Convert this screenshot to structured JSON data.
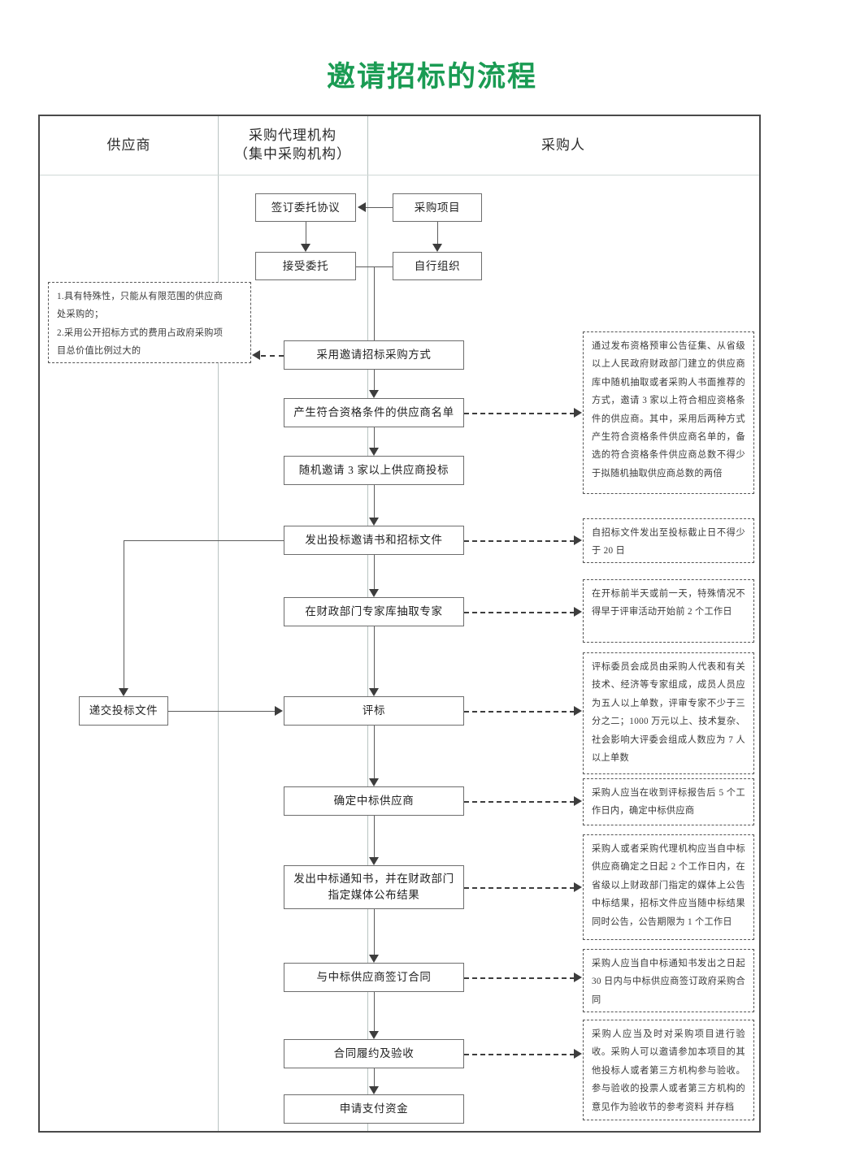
{
  "title": "邀请招标的流程",
  "accent_color": "#1a9b53",
  "columns": [
    {
      "id": "supplier",
      "label": "供应商"
    },
    {
      "id": "agency",
      "label": "采购代理机构\n（集中采购机构）"
    },
    {
      "id": "purchaser",
      "label": "采购人"
    }
  ],
  "column_labels": {
    "supplier": "供应商",
    "agency_line1": "采购代理机构",
    "agency_line2": "（集中采购机构）",
    "purchaser": "采购人"
  },
  "nodes": {
    "sign_agreement": "签订委托协议",
    "procurement_project": "采购项目",
    "accept_entrust": "接受委托",
    "self_organize": "自行组织",
    "adopt_invited_bidding": "采用邀请招标采购方式",
    "generate_qualified_list": "产生符合资格条件的供应商名单",
    "invite_three_suppliers": "随机邀请 3 家以上供应商投标",
    "issue_invitation_docs": "发出投标邀请书和招标文件",
    "draw_experts": "在财政部门专家库抽取专家",
    "submit_bid_docs": "递交投标文件",
    "evaluate_bids": "评标",
    "determine_winner": "确定中标供应商",
    "issue_notice_publish": "发出中标通知书，并在财政部门\n指定媒体公布结果",
    "issue_notice_line1": "发出中标通知书，并在财政部门",
    "issue_notice_line2": "指定媒体公布结果",
    "sign_contract": "与中标供应商签订合同",
    "contract_performance": "合同履约及验收",
    "apply_payment": "申请支付资金"
  },
  "notes": {
    "left_condition": "1.具有特殊性，只能从有限范围的供应商处采购的；\n2.采用公开招标方式的费用占政府采购项目总价值比例过大的",
    "left_condition_line1": "1.具有特殊性，只能从有限范围的供应商",
    "left_condition_line2": "处采购的；",
    "left_condition_line3": "2.采用公开招标方式的费用占政府采购项",
    "left_condition_line4": "目总价值比例过大的",
    "qualified_list": "通过发布资格预审公告征集、从省级以上人民政府财政部门建立的供应商库中随机抽取或者采购人书面推荐的方式，邀请 3 家以上符合相应资格条件的供应商。其中，采用后两种方式产生符合资格条件供应商名单的，备选的符合资格条件供应商总数不得少于拟随机抽取供应商总数的两倍",
    "bid_deadline": "自招标文件发出至投标截止日不得少于 20 日",
    "expert_timing": "在开标前半天或前一天，特殊情况不得早于评审活动开始前 2 个工作日",
    "evaluation_committee": "评标委员会成员由采购人代表和有关技术、经济等专家组成，成员人员应为五人以上单数，评审专家不少于三分之二；1000 万元以上、技术复杂、社会影响大评委会组成人数应为 7 人以上单数",
    "determine_winner_note": "采购人应当在收到评标报告后 5 个工作日内，确定中标供应商",
    "publish_result_note": "采购人或者采购代理机构应当自中标供应商确定之日起 2 个工作日内，在省级以上财政部门指定的媒体上公告中标结果，招标文件应当随中标结果同时公告，公告期限为 1 个工作日",
    "contract_note": "采购人应当自中标通知书发出之日起 30 日内与中标供应商签订政府采购合同",
    "acceptance_note": "采购人应当及时对采购项目进行验收。采购人可以邀请参加本项目的其他投标人或者第三方机构参与验收。参与验收的投票人或者第三方机构的意见作为验收节的参考资料  并存档"
  }
}
